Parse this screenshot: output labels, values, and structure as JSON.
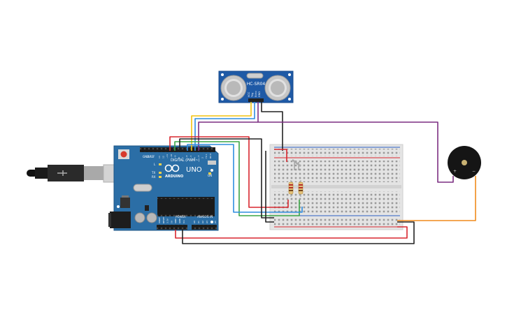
{
  "sensor": {
    "label": "HC-SR04",
    "pins": [
      "VCC",
      "Trig",
      "Echo",
      "GND"
    ]
  },
  "arduino": {
    "brand": "ARDUINO",
    "model": "UNO",
    "header_digital": "DIGITAL (PWM~)",
    "header_power": "POWER",
    "header_analog": "ANALOG IN",
    "led_labels": [
      "L",
      "TX",
      "RX"
    ],
    "on_label": "ON",
    "aref_label": "AREF",
    "gnd_label": "GND",
    "digital_pins": [
      "13",
      "12",
      "~11",
      "~10",
      "~9",
      "8",
      "7",
      "~6",
      "~5",
      "4",
      "~3",
      "2",
      "TX 1",
      "RX 0"
    ],
    "power_pins": [
      "IOREF",
      "RESET",
      "3.3V",
      "5V",
      "GND",
      "GND",
      "Vin"
    ],
    "analog_pins": [
      "A0",
      "A1",
      "A2",
      "A3",
      "A4",
      "A5"
    ]
  },
  "buzzer": {
    "plus": "+",
    "minus": "−"
  },
  "colors": {
    "red": "#d8262e",
    "black": "#222222",
    "yellow": "#f4c20d",
    "blue": "#2f8ddf",
    "green": "#3aa546",
    "purple": "#7c2f82",
    "orange": "#f08a1c",
    "board": "#2b6ea6",
    "sensor": "#1f5aa6"
  }
}
